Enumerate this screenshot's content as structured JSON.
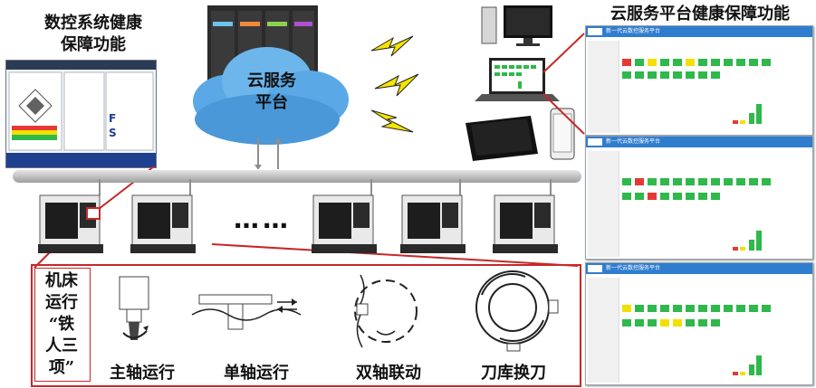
{
  "headings": {
    "cnc_health_line1": "数控系统健康",
    "cnc_health_line2": "保障功能",
    "cloud_health": "云服务平台健康保障功能"
  },
  "cloud": {
    "line1": "云服务",
    "line2": "平台"
  },
  "ellipsis": "……",
  "tri_items": {
    "box_label": [
      "机床",
      "运行",
      "“铁",
      "人三",
      "项”"
    ],
    "ops": [
      "主轴运行",
      "单轴运行",
      "双轴联动",
      "刀库换刀"
    ]
  },
  "screenshot_title": "新一代云数控服务平台",
  "colors": {
    "accent_red": "#c62828",
    "cloud_blue": "#5aa9e6",
    "lightning_yellow": "#f5e400",
    "status_green": "#2fb84b",
    "status_yellow": "#f3e000",
    "status_red": "#e53935",
    "header_blue": "#2f7dcf"
  }
}
